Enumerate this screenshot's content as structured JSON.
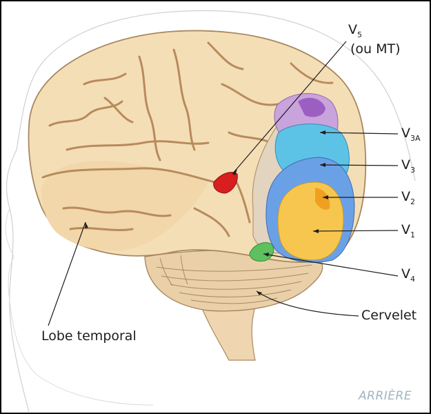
{
  "labels": {
    "v5": {
      "letter": "V",
      "sub": "5",
      "note": "(ou MT)"
    },
    "v3a": {
      "letter": "V",
      "sub": "3A"
    },
    "v3": {
      "letter": "V",
      "sub": "3"
    },
    "v2": {
      "letter": "V",
      "sub": "2"
    },
    "v1": {
      "letter": "V",
      "sub": "1"
    },
    "v4": {
      "letter": "V",
      "sub": "4"
    },
    "cervelet": "Cervelet",
    "lobe_temporal": "Lobe temporal"
  },
  "orientation": "ARRIÈRE",
  "colors": {
    "cortex": "#f3dcb2",
    "sulci": "#b9895a",
    "v5": "#d81e1e",
    "v3a": "#c9a3dc",
    "v3": "#5cc3e6",
    "v2": "#6aa0e6",
    "v1": "#f7c64e",
    "v4": "#5fc05f",
    "cerebellum": "#e9cda6",
    "head_outline": "#c9c9c9"
  }
}
